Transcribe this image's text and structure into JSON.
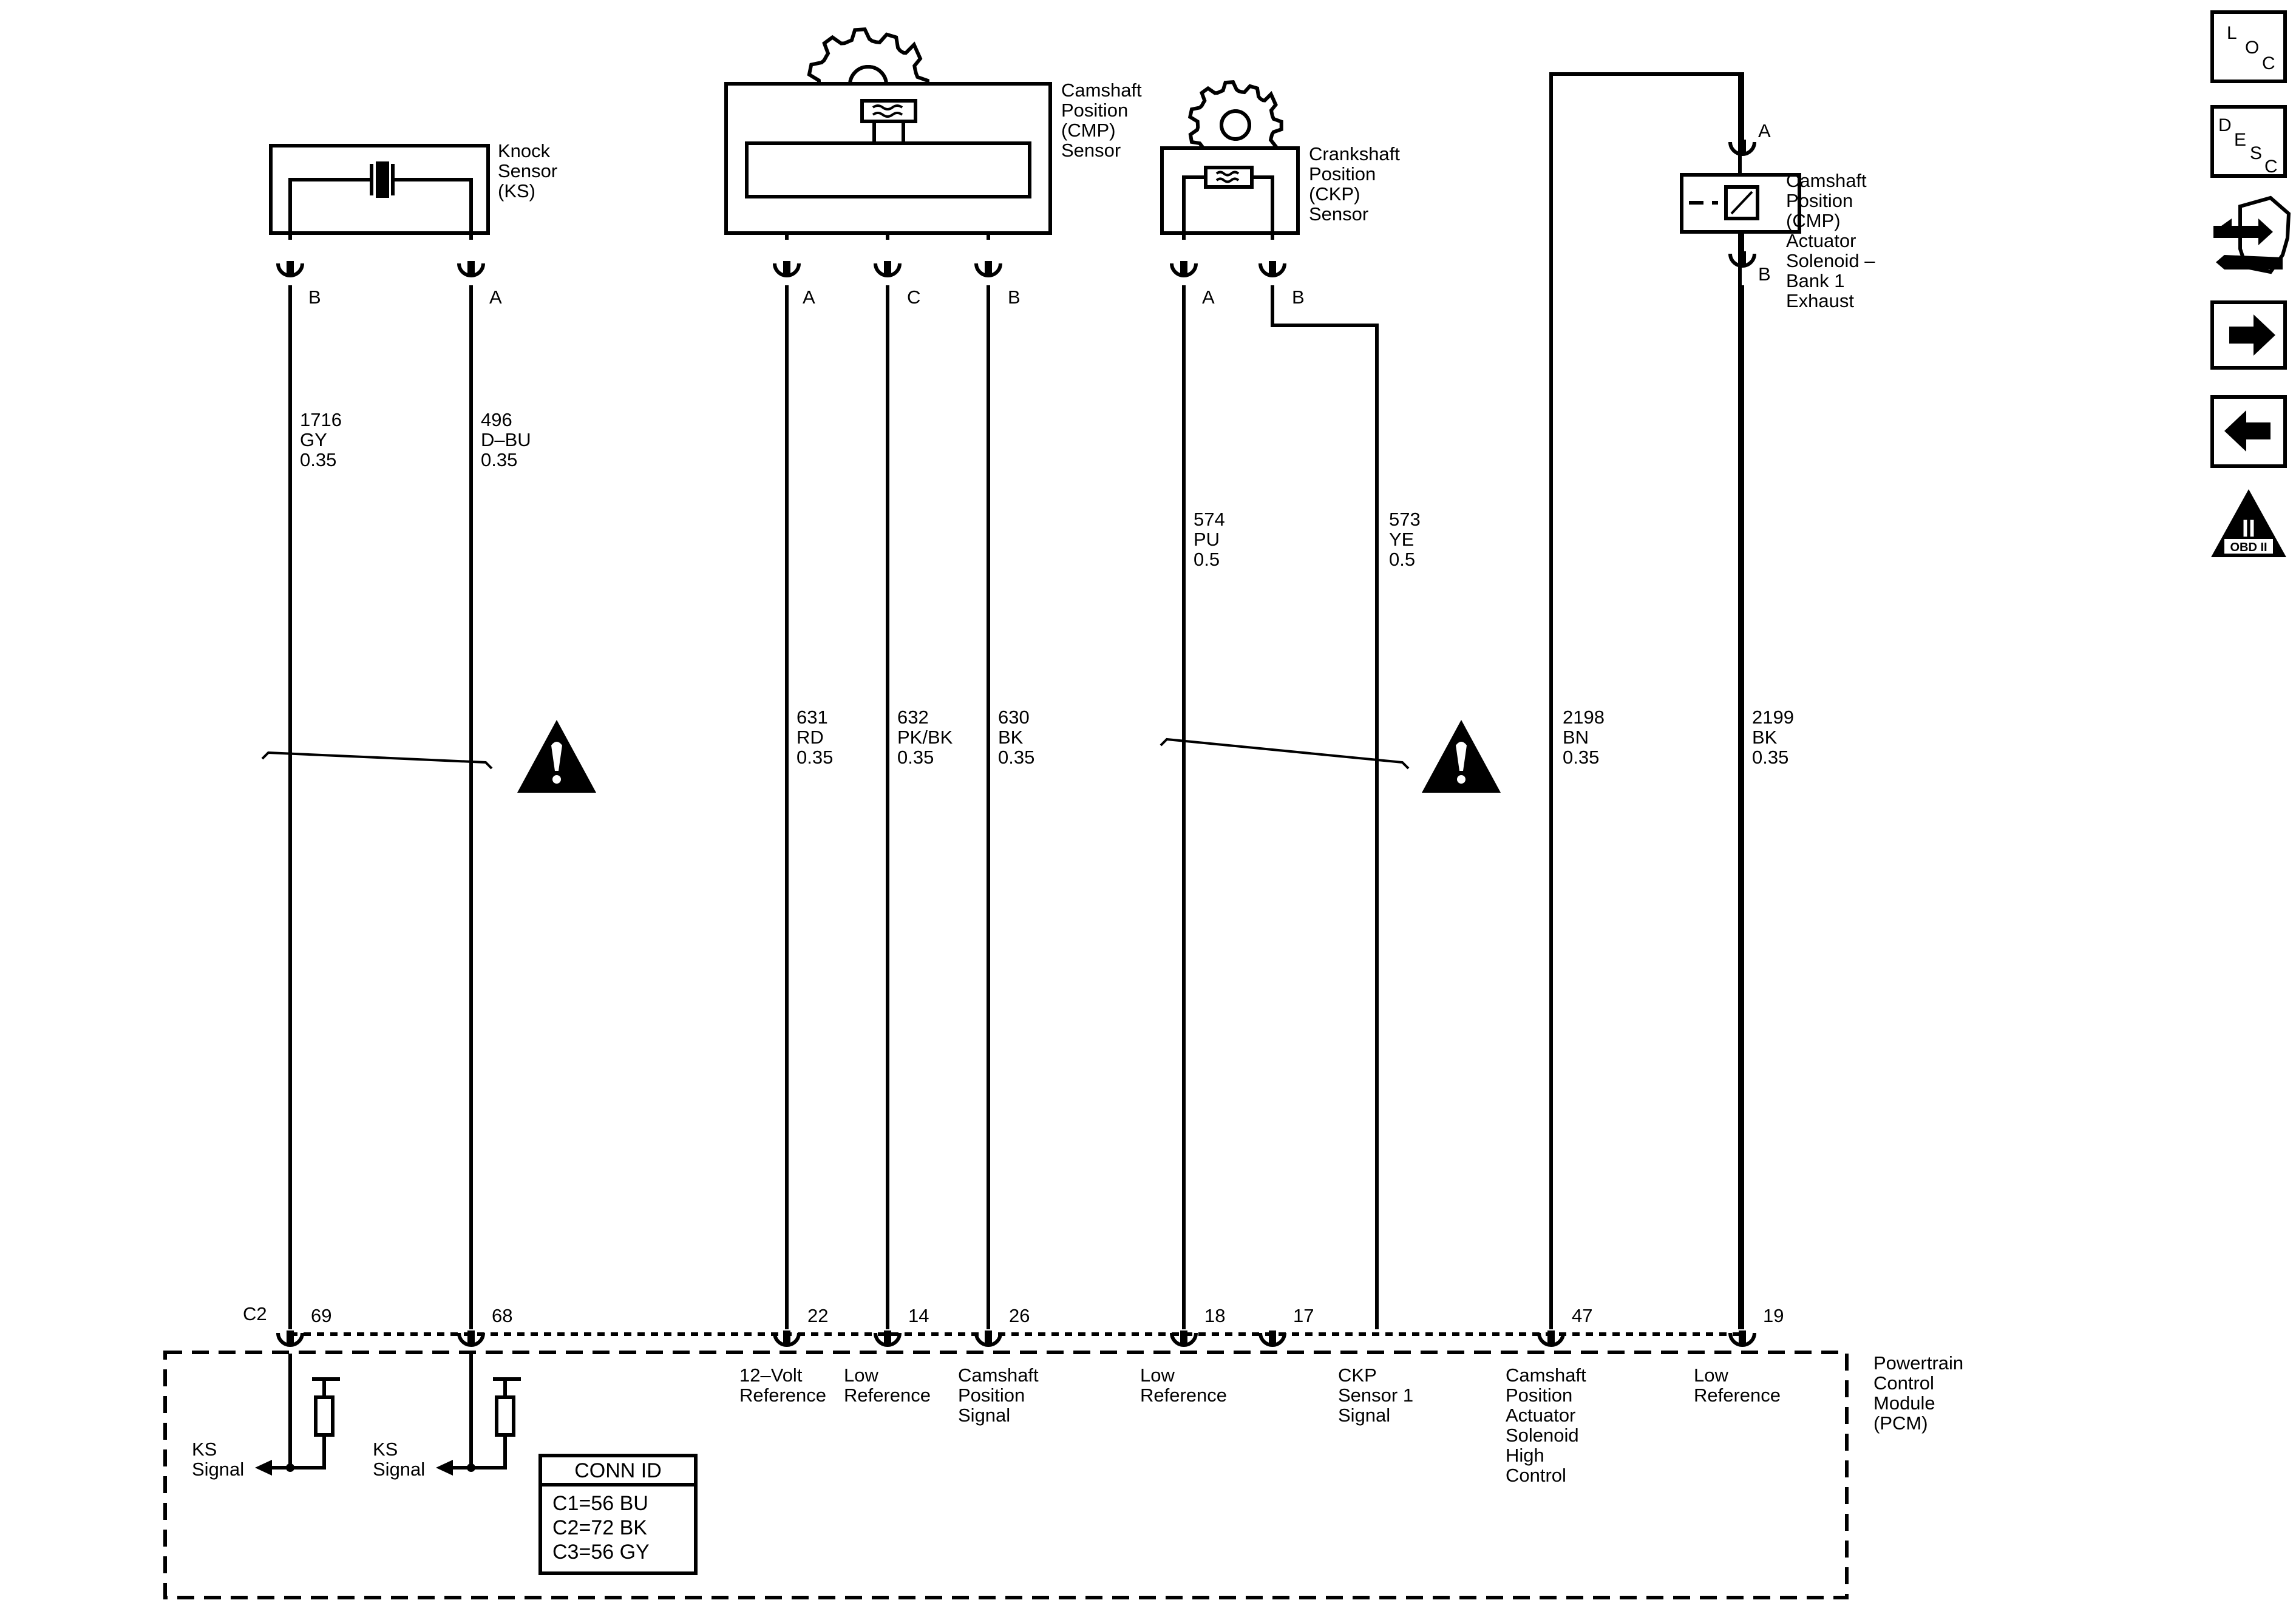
{
  "components": {
    "knock_sensor": [
      "Knock",
      "Sensor",
      "(KS)"
    ],
    "cmp_sensor": [
      "Camshaft",
      "Position",
      "(CMP)",
      "Sensor"
    ],
    "ckp_sensor": [
      "Crankshaft",
      "Position",
      "(CKP)",
      "Sensor"
    ],
    "cmp_actuator": [
      "Camshaft",
      "Position",
      "(CMP)",
      "Actuator",
      "Solenoid –",
      "Bank 1",
      "Exhaust"
    ],
    "pcm": [
      "Powertrain",
      "Control",
      "Module",
      "(PCM)"
    ]
  },
  "circuits": [
    {
      "id": "ks-b",
      "pin": "B",
      "circuit": "1716",
      "color": "GY",
      "gauge": "0.35",
      "pcm_pin": "69",
      "pcm_label": [
        "KS",
        "Signal"
      ]
    },
    {
      "id": "ks-a",
      "pin": "A",
      "circuit": "496",
      "color": "D–BU",
      "gauge": "0.35",
      "pcm_pin": "68",
      "pcm_label": [
        "KS",
        "Signal"
      ]
    },
    {
      "id": "cmp-a",
      "pin": "A",
      "circuit": "631",
      "color": "RD",
      "gauge": "0.35",
      "pcm_pin": "22",
      "pcm_label": [
        "12–Volt",
        "Reference"
      ]
    },
    {
      "id": "cmp-c",
      "pin": "C",
      "circuit": "632",
      "color": "PK/BK",
      "gauge": "0.35",
      "pcm_pin": "14",
      "pcm_label": [
        "Low",
        "Reference"
      ]
    },
    {
      "id": "cmp-b",
      "pin": "B",
      "circuit": "630",
      "color": "BK",
      "gauge": "0.35",
      "pcm_pin": "26",
      "pcm_label": [
        "Camshaft",
        "Position",
        "Signal"
      ]
    },
    {
      "id": "ckp-a",
      "pin": "A",
      "circuit": "574",
      "color": "PU",
      "gauge": "0.5",
      "pcm_pin": "18",
      "pcm_label": [
        "Low",
        "Reference"
      ]
    },
    {
      "id": "ckp-b",
      "pin": "B",
      "circuit": "573",
      "color": "YE",
      "gauge": "0.5",
      "pcm_pin": "17",
      "pcm_label": [
        "CKP",
        "Sensor 1",
        "Signal"
      ]
    },
    {
      "id": "act-a",
      "pin": "A",
      "circuit": "2198",
      "color": "BN",
      "gauge": "0.35",
      "pcm_pin": "47",
      "pcm_label": [
        "Camshaft",
        "Position",
        "Actuator",
        "Solenoid",
        "High",
        "Control"
      ]
    },
    {
      "id": "act-b",
      "pin": "B",
      "circuit": "2199",
      "color": "BK",
      "gauge": "0.35",
      "pcm_pin": "19",
      "pcm_label": [
        "Low",
        "Reference"
      ]
    }
  ],
  "connector_ref": "C2",
  "conn_id": {
    "title": "CONN ID",
    "rows": [
      "C1=56 BU",
      "C2=72 BK",
      "C3=56 GY"
    ]
  },
  "nav": {
    "loc": [
      "L",
      "O",
      "C"
    ],
    "desc": [
      "D",
      "E",
      "S",
      "C"
    ],
    "obd_numeral": "II",
    "obd_label": "OBD II",
    "icons": [
      "loc-icon",
      "desc-icon",
      "connector-tool-icon",
      "next-arrow-icon",
      "previous-arrow-icon",
      "obd-ii-icon"
    ]
  },
  "icons": [
    "gear-icon",
    "warning-icon",
    "twisted-pair-icon",
    "piezo-element-icon",
    "hall-sensor-icon",
    "solenoid-coil-icon",
    "resistor-icon",
    "signal-arrow-icon"
  ]
}
